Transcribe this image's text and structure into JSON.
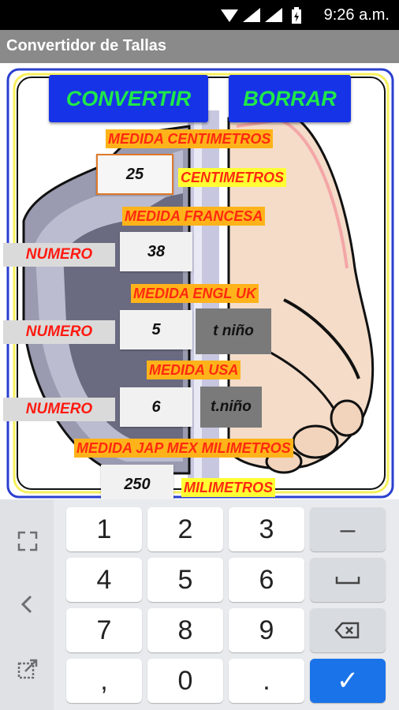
{
  "status": {
    "time": "9:26 a.m."
  },
  "app": {
    "title": "Convertidor de Tallas"
  },
  "buttons": {
    "convert": "CONVERTIR",
    "clear": "BORRAR"
  },
  "sections": {
    "cm_header": "MEDIDA CENTIMETROS",
    "cm_value": "25",
    "cm_unit": "CENTIMETROS",
    "fr_header": "MEDIDA FRANCESA",
    "fr_label": "NUMERO",
    "fr_value": "38",
    "uk_header": "MEDIDA ENGL UK",
    "uk_label": "NUMERO",
    "uk_value": "5",
    "uk_type": "t niño",
    "usa_header": "MEDIDA USA",
    "usa_label": "NUMERO",
    "usa_value": "6",
    "usa_type": "t.niño",
    "mm_header": "MEDIDA JAP MEX MILIMETROS",
    "mm_value": "250",
    "mm_unit": "MILIMETROS"
  },
  "keyboard": {
    "k1": "1",
    "k2": "2",
    "k3": "3",
    "minus": "–",
    "k4": "4",
    "k5": "5",
    "k6": "6",
    "k7": "7",
    "k8": "8",
    "k9": "9",
    "comma": ",",
    "k0": "0",
    "period": ".",
    "enter": "✓"
  },
  "icons": {
    "wifi": "wifi-icon",
    "signal": "signal-icon",
    "battery": "battery-icon",
    "expand": "expand-icon",
    "back": "chevron-left-icon",
    "popout": "popout-icon",
    "space": "space-icon",
    "backspace": "backspace-icon"
  }
}
